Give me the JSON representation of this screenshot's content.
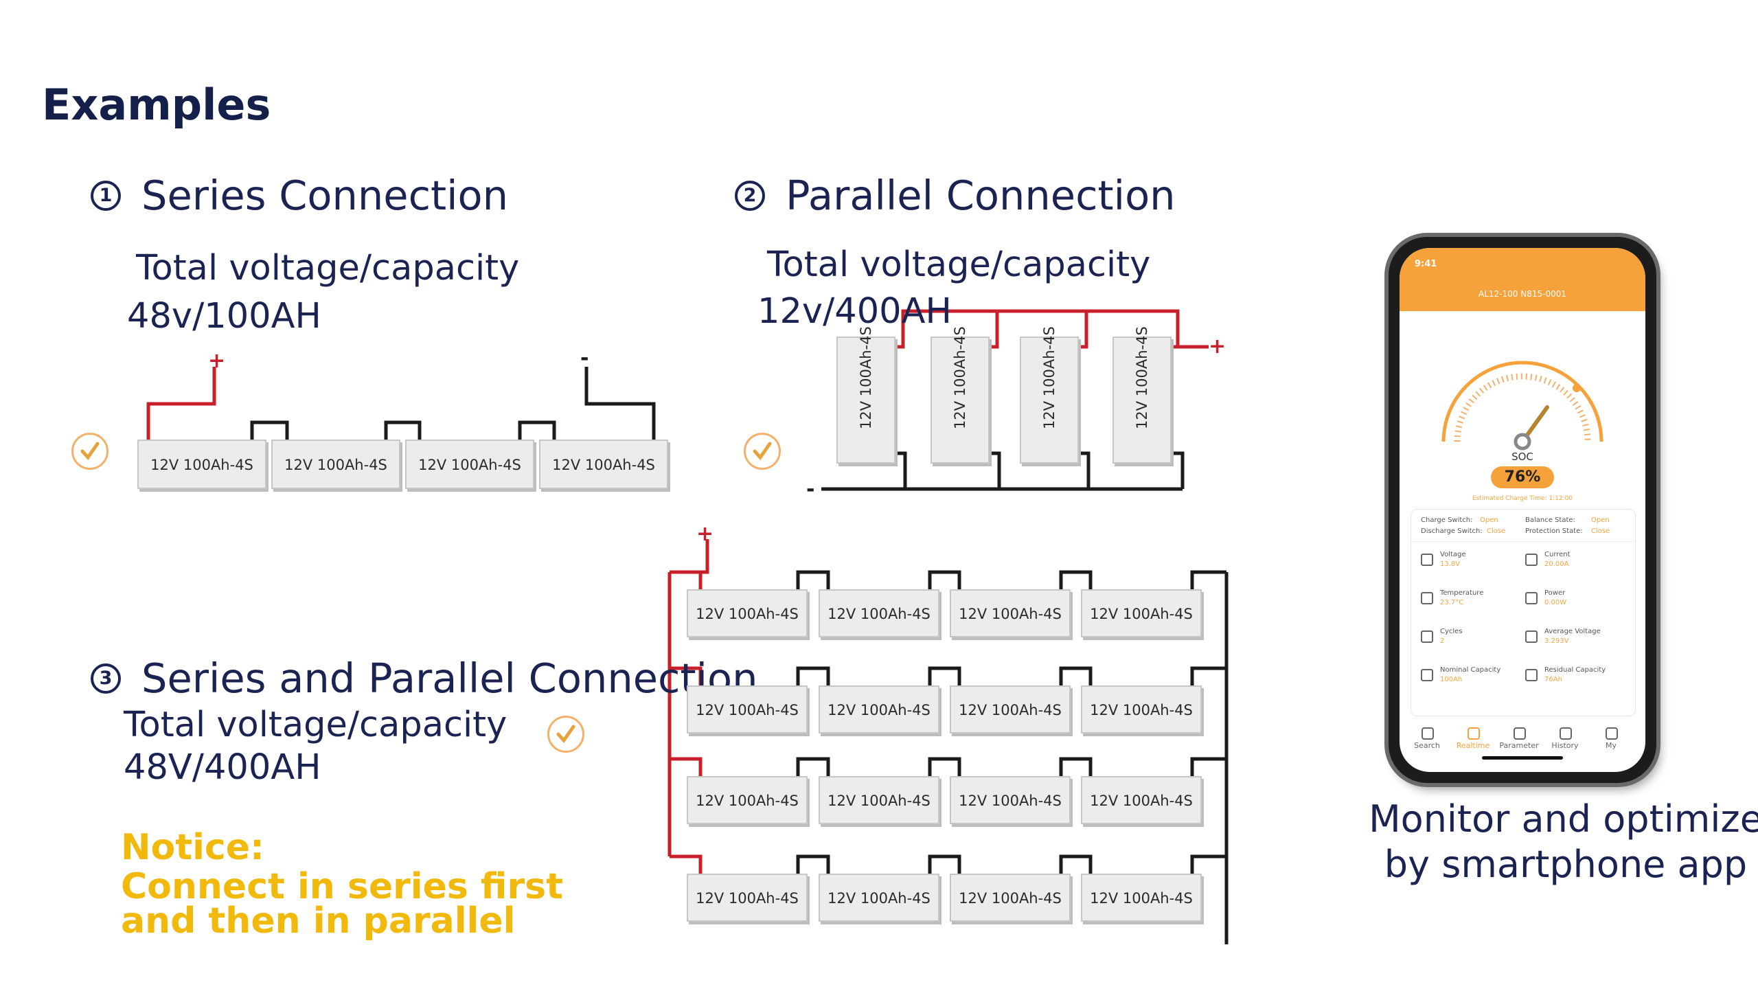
{
  "title": "Examples",
  "series": {
    "number": "1",
    "heading": "Series Connection",
    "sub_label": "Total voltage/capacity",
    "value": "48v/100AH"
  },
  "parallel": {
    "number": "2",
    "heading": "Parallel Connection",
    "sub_label": "Total voltage/capacity",
    "value": "12v/400AH"
  },
  "series_parallel": {
    "number": "3",
    "heading": "Series and Parallel Connection",
    "sub_label": "Total voltage/capacity",
    "value": "48V/400AH"
  },
  "notice": {
    "heading": "Notice:",
    "line1": "Connect in series first",
    "line2": "and then in parallel"
  },
  "battery_label": "12V 100Ah-4S",
  "plus": "+",
  "minus": "-",
  "phone": {
    "time": "9:41",
    "device": "AL12-100 N815-0001",
    "soc_label": "SOC",
    "soc_value": "76%",
    "estimate": "Estimated Charge Time: 1:12:00",
    "status": [
      {
        "label": "Charge Switch:",
        "value": "Open"
      },
      {
        "label": "Balance State:",
        "value": "Open"
      },
      {
        "label": "Discharge Switch:",
        "value": "Close"
      },
      {
        "label": "Protection State:",
        "value": "Close"
      }
    ],
    "metrics": [
      {
        "label": "Voltage",
        "value": "13.8V"
      },
      {
        "label": "Current",
        "value": "20.00A"
      },
      {
        "label": "Temperature",
        "value": "23.7°C"
      },
      {
        "label": "Power",
        "value": "0.00W"
      },
      {
        "label": "Cycles",
        "value": "2"
      },
      {
        "label": "Average Voltage",
        "value": "3.293V"
      },
      {
        "label": "Nominal Capacity",
        "value": "100Ah"
      },
      {
        "label": "Residual Capacity",
        "value": "76Ah"
      }
    ],
    "nav": [
      "Search",
      "Realtime",
      "Parameter",
      "History",
      "My"
    ]
  },
  "caption": {
    "line1": "Monitor and optimize",
    "line2": "by smartphone app"
  },
  "colors": {
    "navy": "#1b2352",
    "accent_orange": "#f6a23a",
    "notice_yellow": "#f2b90d",
    "wire_red": "#c8202a",
    "wire_black": "#1a1a1a"
  }
}
